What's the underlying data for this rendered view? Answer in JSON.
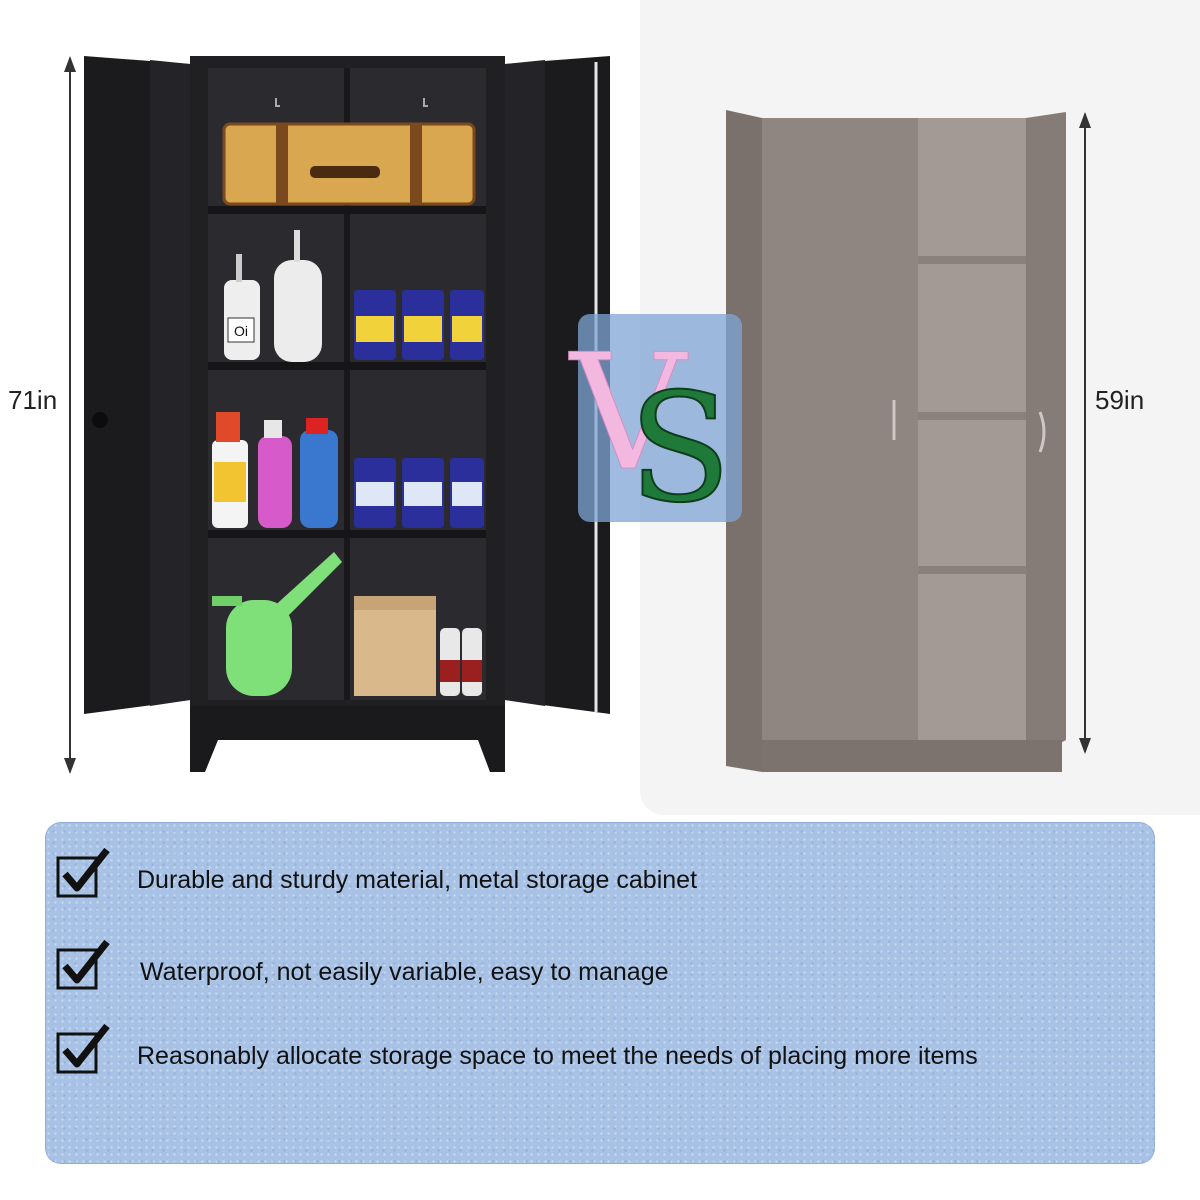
{
  "dimensions": {
    "left_height": "71in",
    "right_height": "59in"
  },
  "comparison": {
    "vs_letter_v": "V",
    "vs_letter_s": "S"
  },
  "left_cabinet": {
    "bottle_label": "Oi",
    "color": "#1c1c1e"
  },
  "right_cabinet": {
    "color": "#8a807c"
  },
  "features": [
    {
      "icon": "checkmark-icon",
      "text": "Durable and sturdy material, metal storage cabinet"
    },
    {
      "icon": "checkmark-icon",
      "text": "Waterproof, not easily variable, easy to manage"
    },
    {
      "icon": "checkmark-icon",
      "text": "Reasonably allocate storage space to meet the needs of placing more items"
    }
  ],
  "colors": {
    "feature_panel": "#a8c2e6",
    "vs_badge": "#7fa6d6",
    "vs_v": "#f2b8e0",
    "vs_s": "#1f7a3a"
  }
}
